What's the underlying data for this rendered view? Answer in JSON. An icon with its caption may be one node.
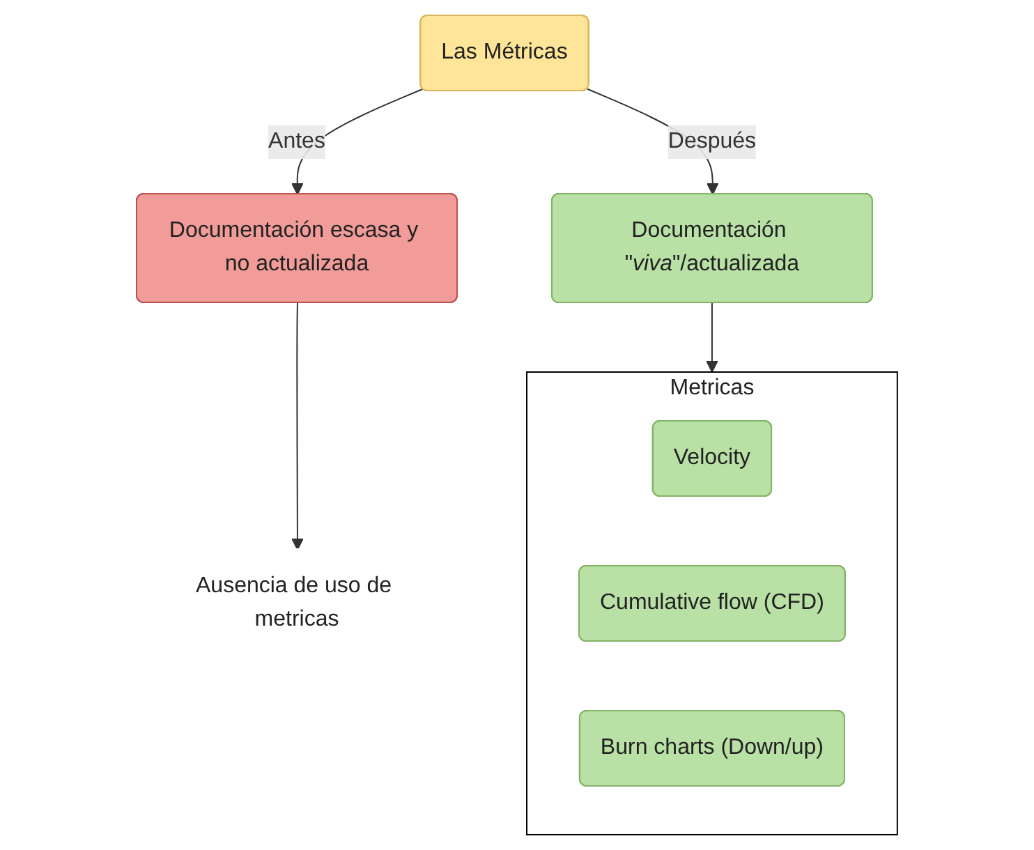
{
  "diagram": {
    "nodes": [
      {
        "text": [
          "Las Métricas"
        ]
      },
      {
        "text": [
          "Documentación escasa y no actualizada"
        ]
      },
      {
        "text": [
          "Documentación \"*viva*\"/actualizada"
        ]
      },
      {
        "text": [
          "Ausencia de uso de metricas"
        ]
      },
      {
        "text": [
          "Metricas"
        ]
      },
      {
        "text": [
          "Velocity"
        ],
        "in": 4
      },
      {
        "text": [
          "Cumulative flow (CFD)"
        ],
        "in": 4
      },
      {
        "text": [
          "Burn charts (Down/up)"
        ],
        "in": 4
      }
    ],
    "edges": [
      {
        "from": 0,
        "to": 1,
        "arrow": "to",
        "label": "Antes"
      },
      {
        "from": 0,
        "to": 2,
        "arrow": "to",
        "label": "Después"
      },
      {
        "from": 1,
        "to": 3,
        "arrow": "to"
      },
      {
        "from": 2,
        "to": 4,
        "arrow": "to"
      }
    ]
  }
}
